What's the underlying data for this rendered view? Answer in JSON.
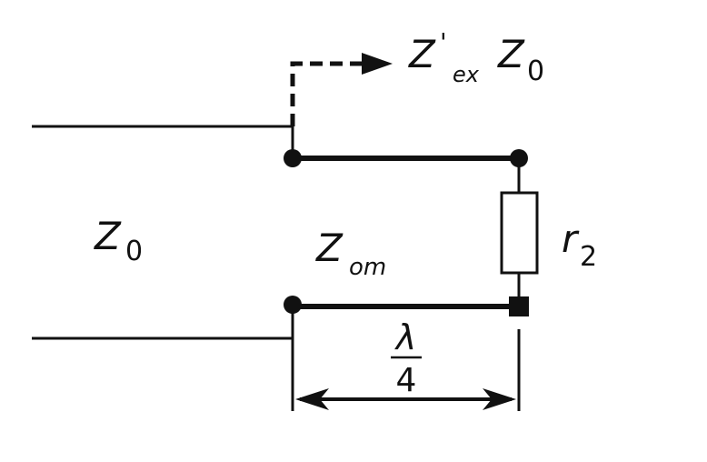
{
  "labels": {
    "z_in_main": "Z",
    "z_in_sup": "'",
    "z_in_sub": "ex",
    "z_in_rhs": "Z",
    "z_in_rhs_sub": "0",
    "line_z": "Z",
    "line_z_sub": "0",
    "transformer_z": "Z",
    "transformer_z_sub": "om",
    "load_r": "r",
    "load_r_sub": "2",
    "length_num": "λ",
    "length_den": "4"
  },
  "colors": {
    "ink": "#111111",
    "background": "#ffffff"
  }
}
